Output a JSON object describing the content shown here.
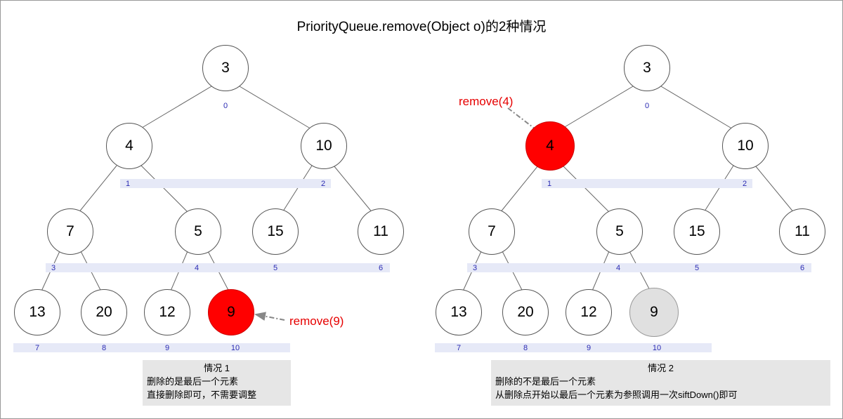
{
  "title": "PriorityQueue.remove(Object o)的2种情况",
  "colors": {
    "highlight_red": "#ff0000",
    "removed_grey": "#e0e0e0",
    "index_band": "#e6e9f7",
    "index_text": "#2b2bb3",
    "label_red": "#e60000",
    "caption_bg": "#e6e6e6"
  },
  "left_tree": {
    "name": "case-1-tree",
    "nodes": [
      {
        "value": "3",
        "index": "0",
        "state": "normal"
      },
      {
        "value": "4",
        "index": "1",
        "state": "normal"
      },
      {
        "value": "10",
        "index": "2",
        "state": "normal"
      },
      {
        "value": "7",
        "index": "3",
        "state": "normal"
      },
      {
        "value": "5",
        "index": "4",
        "state": "normal"
      },
      {
        "value": "15",
        "index": "5",
        "state": "normal"
      },
      {
        "value": "11",
        "index": "6",
        "state": "normal"
      },
      {
        "value": "13",
        "index": "7",
        "state": "normal"
      },
      {
        "value": "20",
        "index": "8",
        "state": "normal"
      },
      {
        "value": "12",
        "index": "9",
        "state": "normal"
      },
      {
        "value": "9",
        "index": "10",
        "state": "red"
      }
    ],
    "annotation": "remove(9)",
    "caption": {
      "title": "情况 1",
      "lines": [
        "删除的是最后一个元素",
        "直接删除即可，不需要调整"
      ]
    }
  },
  "right_tree": {
    "name": "case-2-tree",
    "nodes": [
      {
        "value": "3",
        "index": "0",
        "state": "normal"
      },
      {
        "value": "4",
        "index": "1",
        "state": "red"
      },
      {
        "value": "10",
        "index": "2",
        "state": "normal"
      },
      {
        "value": "7",
        "index": "3",
        "state": "normal"
      },
      {
        "value": "5",
        "index": "4",
        "state": "normal"
      },
      {
        "value": "15",
        "index": "5",
        "state": "normal"
      },
      {
        "value": "11",
        "index": "6",
        "state": "normal"
      },
      {
        "value": "13",
        "index": "7",
        "state": "normal"
      },
      {
        "value": "20",
        "index": "8",
        "state": "normal"
      },
      {
        "value": "12",
        "index": "9",
        "state": "normal"
      },
      {
        "value": "9",
        "index": "10",
        "state": "grey"
      }
    ],
    "annotation": "remove(4)",
    "caption": {
      "title": "情况 2",
      "lines": [
        "删除的不是最后一个元素",
        "从删除点开始以最后一个元素为参照调用一次siftDown()即可"
      ]
    }
  }
}
